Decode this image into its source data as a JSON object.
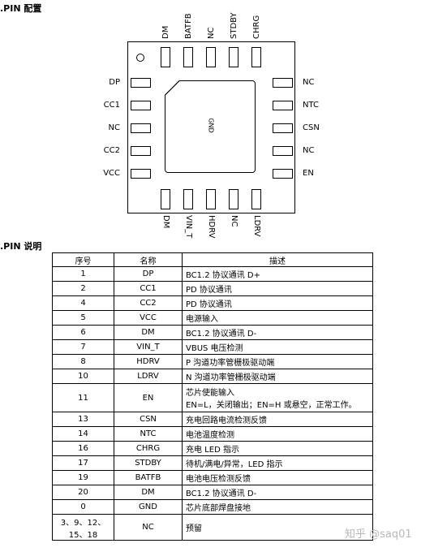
{
  "headings": {
    "pin_config": ".PIN 配置",
    "pin_desc": ".PIN 说明"
  },
  "chip": {
    "center_label": "GND",
    "top_pins": [
      "DM",
      "BATFB",
      "NC",
      "STDBY",
      "CHRG"
    ],
    "bottom_pins": [
      "DM",
      "VIN_T",
      "HDRV",
      "NC",
      "LDRV"
    ],
    "left_pins": [
      "DP",
      "CC1",
      "NC",
      "CC2",
      "VCC"
    ],
    "right_pins": [
      "NC",
      "NTC",
      "CSN",
      "NC",
      "EN"
    ]
  },
  "table": {
    "headers": [
      "序号",
      "名称",
      "描述"
    ],
    "rows": [
      [
        "1",
        "DP",
        "BC1.2 协议通讯 D+"
      ],
      [
        "2",
        "CC1",
        "PD 协议通讯"
      ],
      [
        "4",
        "CC2",
        "PD 协议通讯"
      ],
      [
        "5",
        "VCC",
        "电源输入"
      ],
      [
        "6",
        "DM",
        "BC1.2 协议通讯 D-"
      ],
      [
        "7",
        "VIN_T",
        "VBUS 电压检测"
      ],
      [
        "8",
        "HDRV",
        "P 沟道功率管栅极驱动端"
      ],
      [
        "10",
        "LDRV",
        "N 沟道功率管栅极驱动端"
      ],
      [
        "11",
        "EN",
        "芯片使能输入"
      ],
      [
        "13",
        "CSN",
        "充电回路电流检测反馈"
      ],
      [
        "14",
        "NTC",
        "电池温度检测"
      ],
      [
        "16",
        "CHRG",
        "充电 LED 指示"
      ],
      [
        "17",
        "STDBY",
        "待机/满电/异常，LED 指示"
      ],
      [
        "19",
        "BATFB",
        "电池电压检测反馈"
      ],
      [
        "20",
        "DM",
        "BC1.2 协议通讯 D-"
      ],
      [
        "0",
        "GND",
        "芯片底部焊盘接地"
      ],
      [
        "3、9、12、15、18",
        "NC",
        "预留"
      ]
    ],
    "en_note": "EN=L，关闭输出；EN=H 或悬空，正常工作。"
  },
  "watermark": "知乎 @saq01"
}
